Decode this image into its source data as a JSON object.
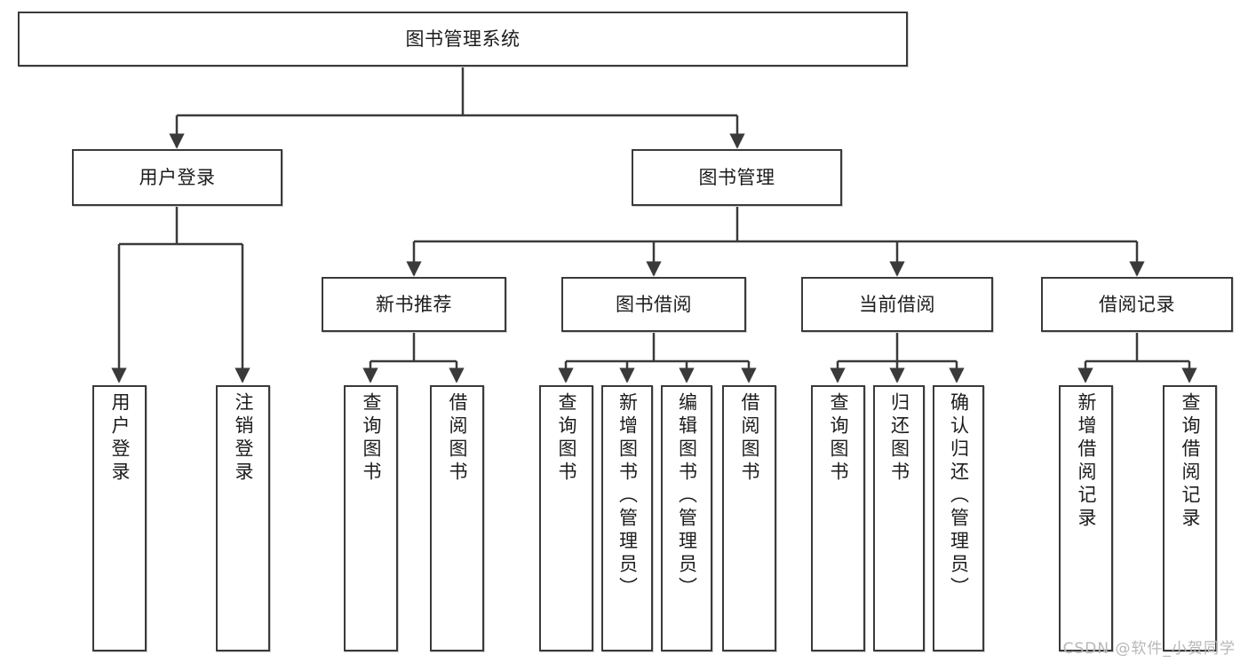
{
  "diagram": {
    "title": "图书管理系统",
    "type": "tree-hierarchy",
    "watermark": "CSDN @软件_小贺同学",
    "colors": {
      "border": "#3a3a3a",
      "background": "#ffffff",
      "text": "#1c1c1c",
      "watermark": "#b7b7b7"
    },
    "nodes": {
      "root": {
        "label": "图书管理系统"
      },
      "level2": [
        {
          "id": "user-login",
          "label": "用户登录"
        },
        {
          "id": "book-management",
          "label": "图书管理"
        }
      ],
      "level3": [
        {
          "id": "new-book-recommend",
          "label": "新书推荐"
        },
        {
          "id": "book-borrow",
          "label": "图书借阅"
        },
        {
          "id": "current-borrow",
          "label": "当前借阅"
        },
        {
          "id": "borrow-record",
          "label": "借阅记录"
        }
      ],
      "leaves": {
        "user-login": [
          {
            "id": "leaf-user-login",
            "label": "用户登录"
          },
          {
            "id": "leaf-logout",
            "label": "注销登录"
          }
        ],
        "new-book-recommend": [
          {
            "id": "leaf-query-book-1",
            "label": "查询图书"
          },
          {
            "id": "leaf-borrow-book-1",
            "label": "借阅图书"
          }
        ],
        "book-borrow": [
          {
            "id": "leaf-query-book-2",
            "label": "查询图书"
          },
          {
            "id": "leaf-add-book",
            "label": "新增图书（管理员）"
          },
          {
            "id": "leaf-edit-book",
            "label": "编辑图书（管理员）"
          },
          {
            "id": "leaf-borrow-book-2",
            "label": "借阅图书"
          }
        ],
        "current-borrow": [
          {
            "id": "leaf-query-book-3",
            "label": "查询图书"
          },
          {
            "id": "leaf-return-book",
            "label": "归还图书"
          },
          {
            "id": "leaf-confirm-return",
            "label": "确认归还（管理员）"
          }
        ],
        "borrow-record": [
          {
            "id": "leaf-add-record",
            "label": "新增借阅记录"
          },
          {
            "id": "leaf-query-record",
            "label": "查询借阅记录"
          }
        ]
      }
    }
  }
}
